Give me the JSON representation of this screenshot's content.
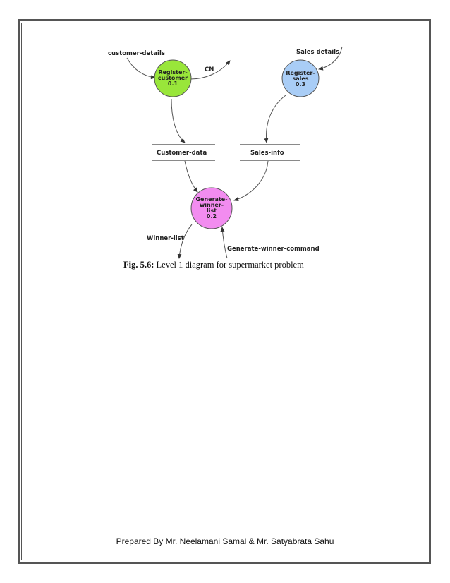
{
  "diagram": {
    "processes": [
      {
        "id": "p1",
        "name_lines": [
          "Register-",
          "customer",
          "0.1"
        ],
        "color": "#99e63a"
      },
      {
        "id": "p2",
        "name_lines": [
          "Generate-",
          "winner-",
          "list",
          "0.2"
        ],
        "color": "#f28cf0"
      },
      {
        "id": "p3",
        "name_lines": [
          "Register-",
          "sales",
          "0.3"
        ],
        "color": "#a9cdf6"
      }
    ],
    "stores": [
      {
        "id": "s1",
        "label": "Customer-data"
      },
      {
        "id": "s2",
        "label": "Sales-info"
      }
    ],
    "flows": {
      "customer_details": "customer-details",
      "cn": "CN",
      "sales_details": "Sales details",
      "winner_list": "Winner-list",
      "generate_winner_command": "Generate-winner-command"
    }
  },
  "caption": {
    "prefix": "Fig. 5.6:",
    "text": " Level 1 diagram for supermarket problem"
  },
  "footer": "Prepared By Mr. Neelamani Samal & Mr. Satyabrata Sahu"
}
